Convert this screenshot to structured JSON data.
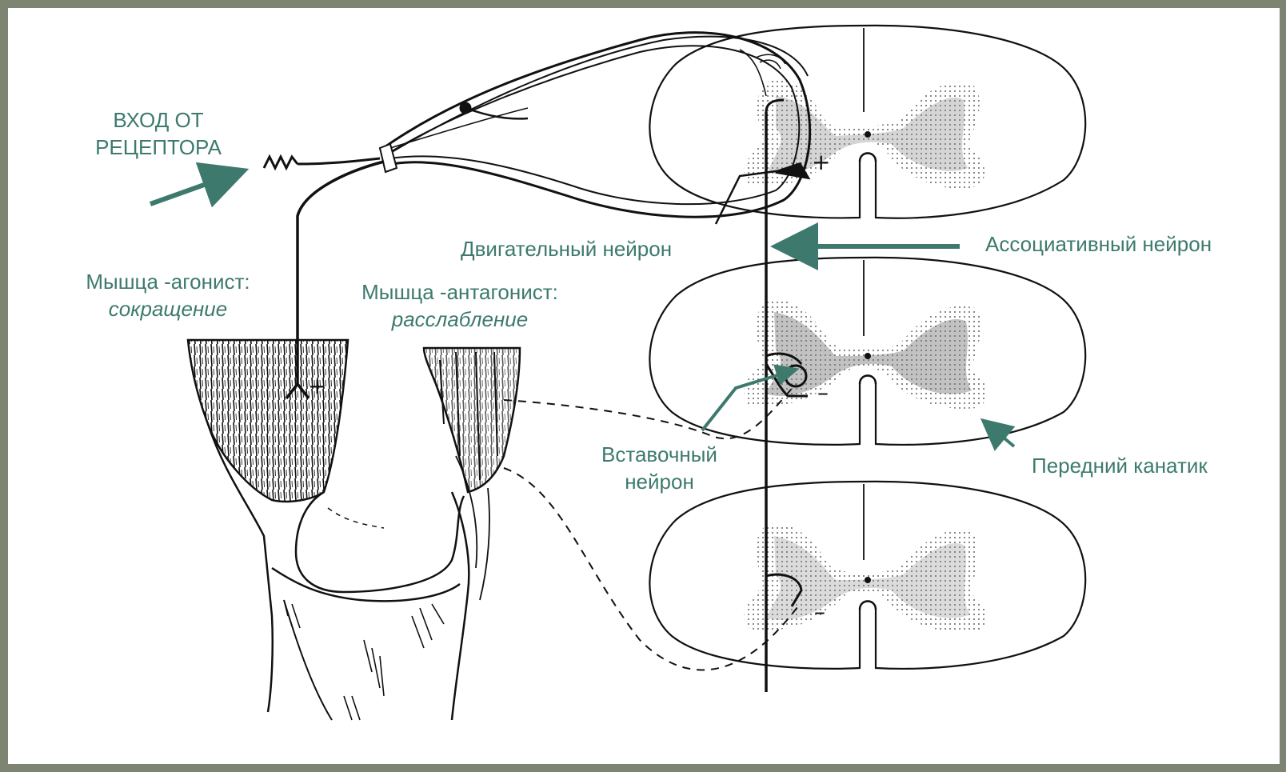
{
  "labels": {
    "receptor_input": [
      "ВХОД ОТ",
      "РЕЦЕПТОРА"
    ],
    "motor_neuron": "Двигательный нейрон",
    "association_neuron": "Ассоциативный нейрон",
    "agonist": {
      "line1": "Мышца -агонист:",
      "line2": "сокращение"
    },
    "antagonist": {
      "line1": "Мышца -антагонист:",
      "line2": "расслабление"
    },
    "interneuron": [
      "Вставочный",
      "нейрон"
    ],
    "anterior_funiculus": "Передний канатик"
  },
  "signs": {
    "excite": "+",
    "inhibit": "–"
  },
  "colors": {
    "label": "#3d7a6d",
    "arrow": "#3d7a6d",
    "ink": "#111111",
    "gray_matter": "#6e6e6e",
    "frame": "#7d8472"
  }
}
